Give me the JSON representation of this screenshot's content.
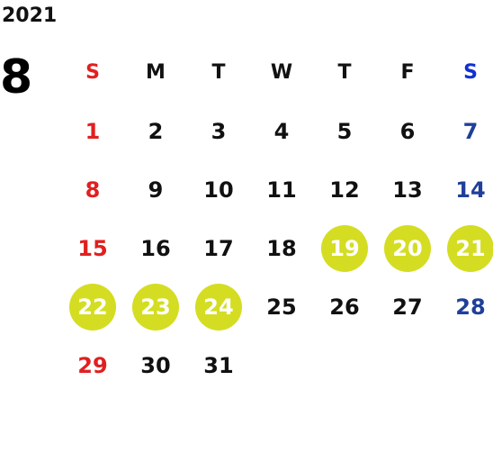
{
  "year": "2021",
  "month": "8",
  "colors": {
    "sunday": "#e02020",
    "saturday": "#1f3f9a",
    "saturday_header": "#1030d0",
    "weekday": "#111111",
    "highlight": "#d4dd22"
  },
  "weekdays": [
    "S",
    "M",
    "T",
    "W",
    "T",
    "F",
    "S"
  ],
  "days": [
    [
      "1",
      "2",
      "3",
      "4",
      "5",
      "6",
      "7"
    ],
    [
      "8",
      "9",
      "10",
      "11",
      "12",
      "13",
      "14"
    ],
    [
      "15",
      "16",
      "17",
      "18",
      "19",
      "20",
      "21"
    ],
    [
      "22",
      "23",
      "24",
      "25",
      "26",
      "27",
      "28"
    ],
    [
      "29",
      "30",
      "31",
      "",
      "",
      "",
      ""
    ]
  ],
  "highlighted_days": [
    "19",
    "20",
    "21",
    "22",
    "23",
    "24"
  ]
}
